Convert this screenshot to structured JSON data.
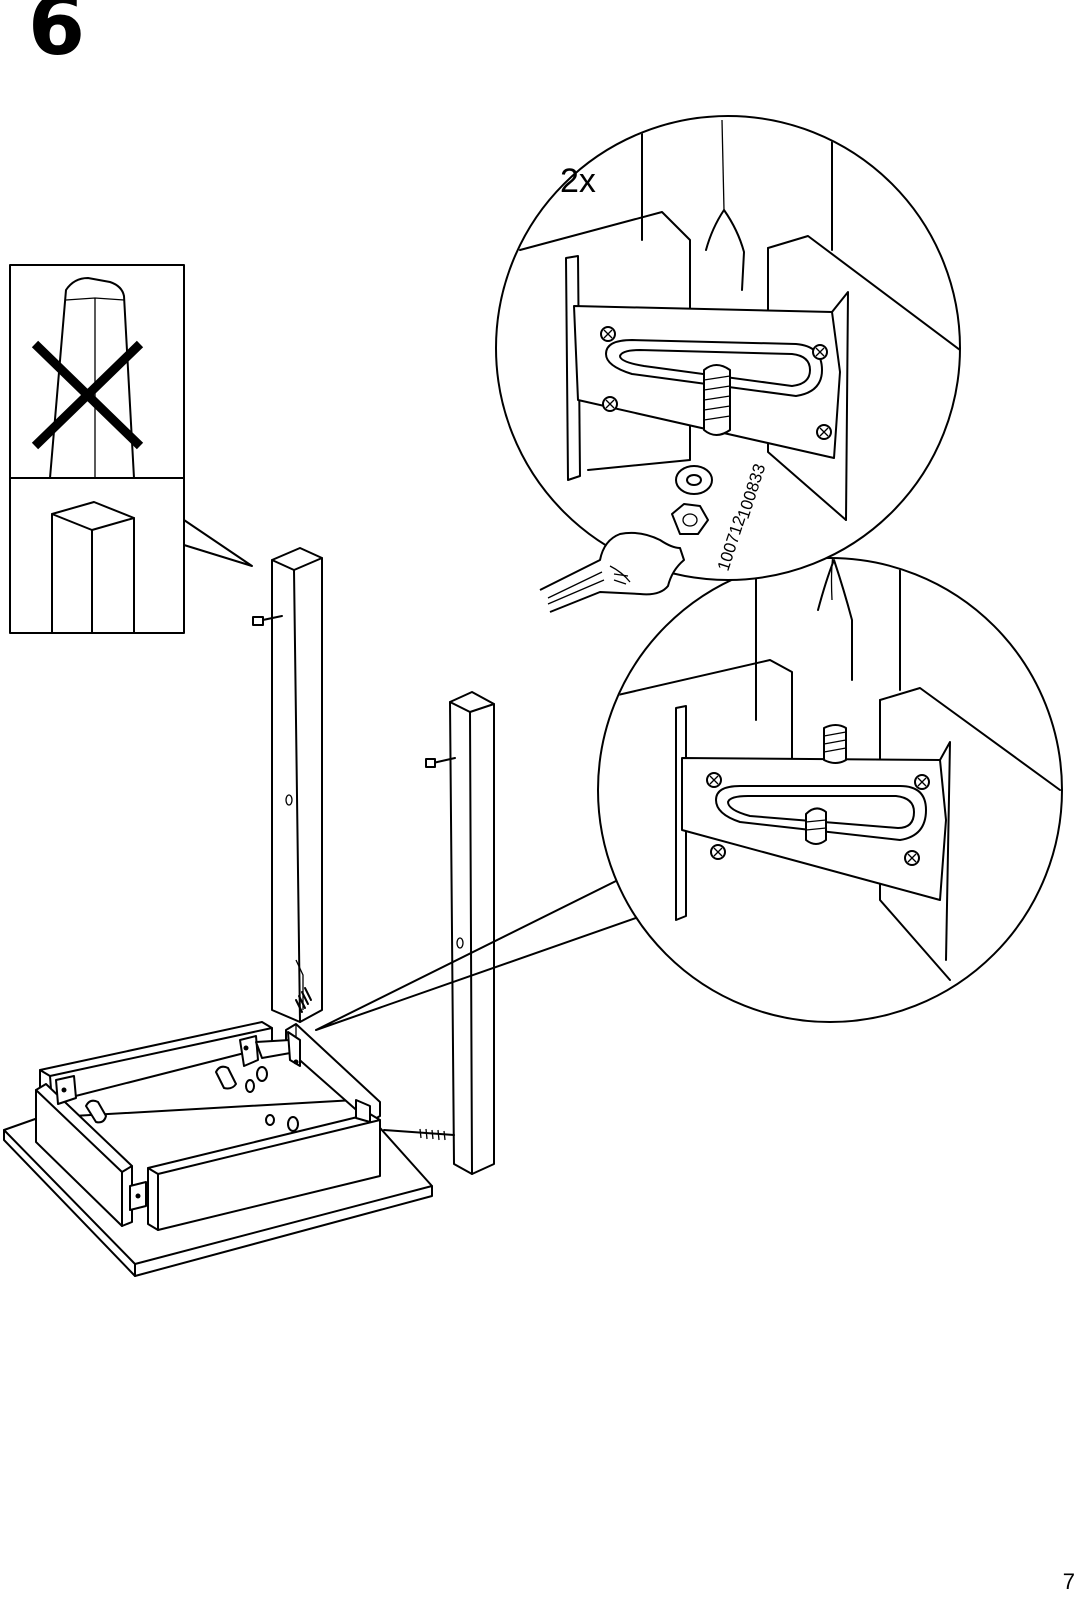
{
  "step": {
    "number": "6"
  },
  "page": {
    "number": "7"
  },
  "detail_top": {
    "quantity": "2x",
    "parts": [
      {
        "id": "100833"
      },
      {
        "id": "100712"
      }
    ]
  },
  "icons": {
    "wrong_end": "crossed-out-tapered-leg-end-icon",
    "right_end": "square-leg-end-icon",
    "wrench": "wrench-icon"
  }
}
